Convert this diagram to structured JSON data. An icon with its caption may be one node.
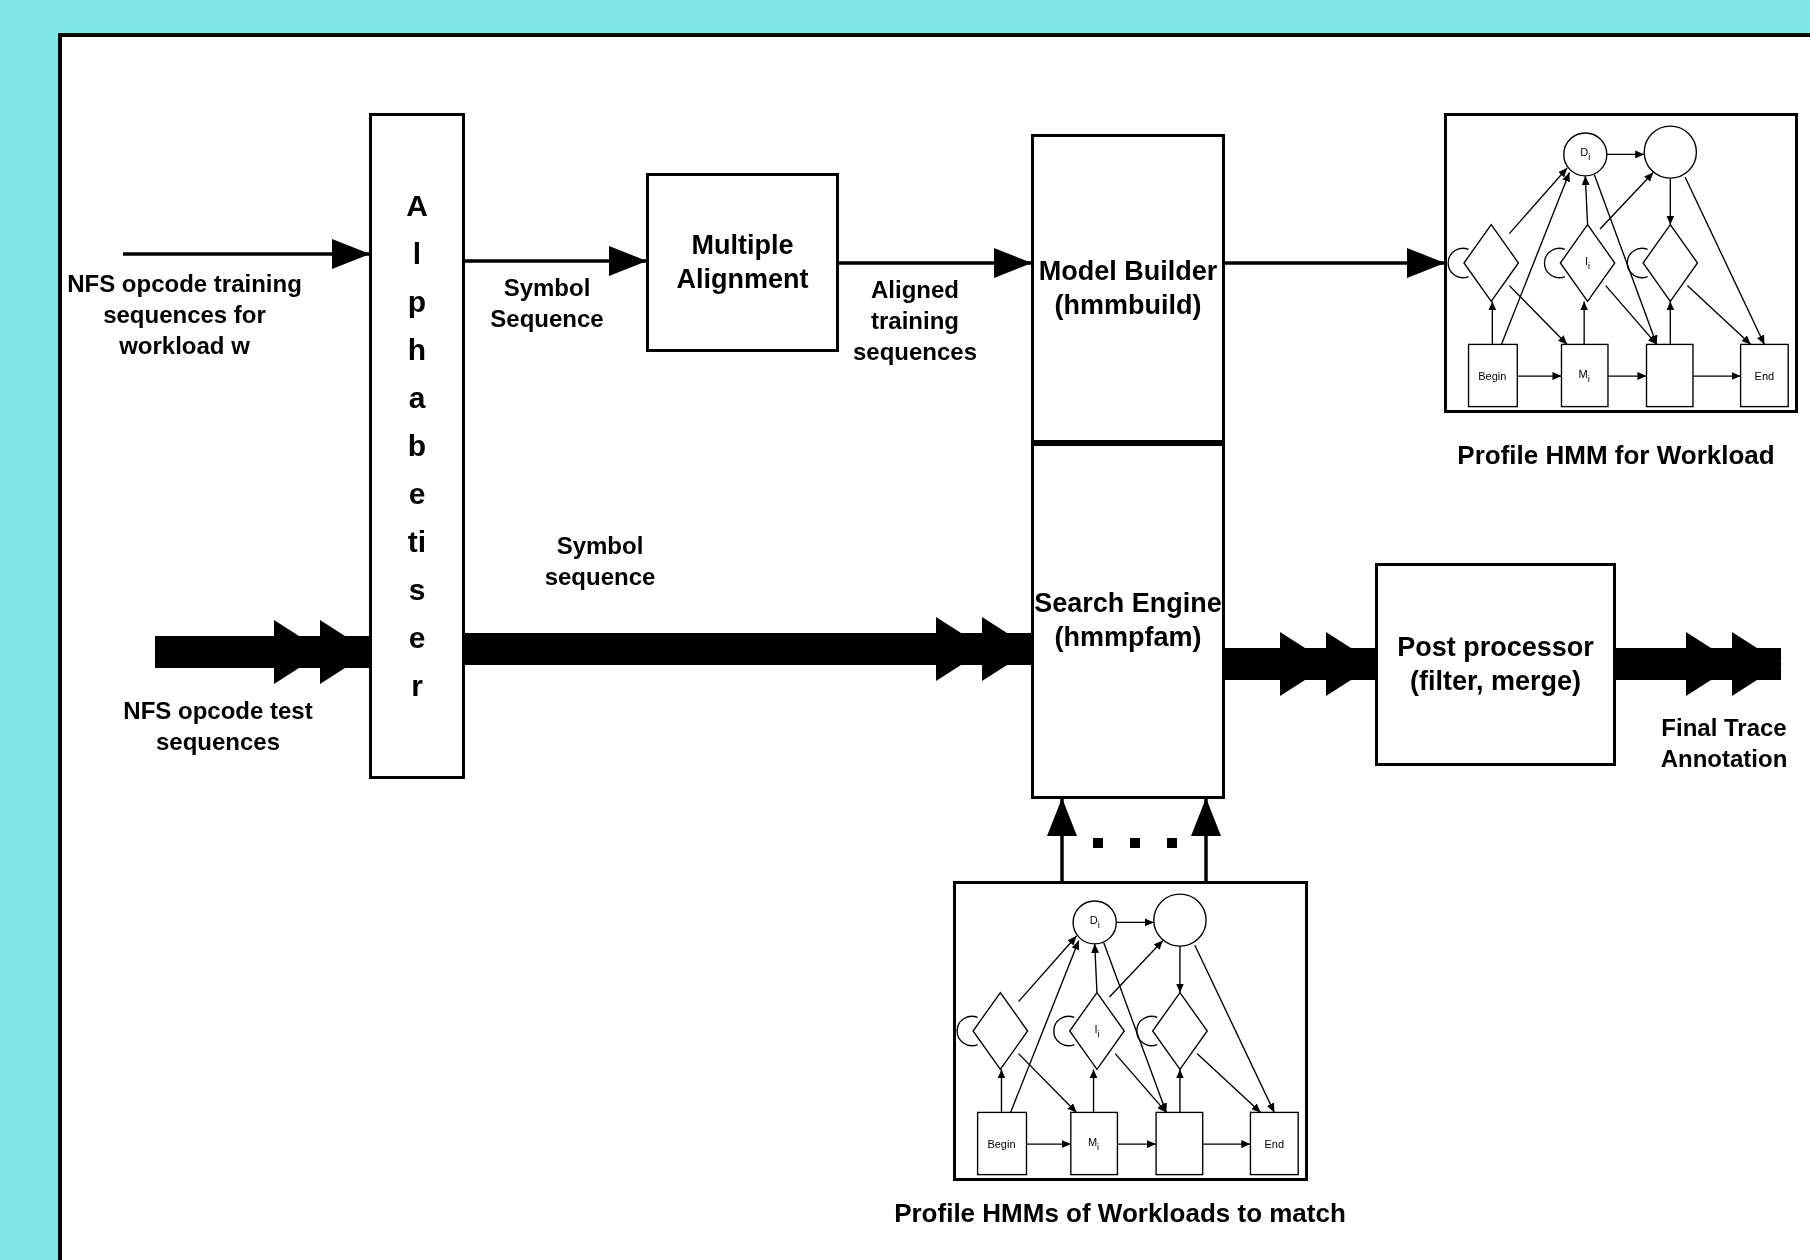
{
  "diagram": {
    "nodes": [
      {
        "text": [
          "Alphabetiser"
        ]
      },
      {
        "text": [
          "Multiple Alignment"
        ]
      },
      {
        "text": [
          "Model Builder (hmmbuild)"
        ]
      },
      {
        "text": [],
        "shape": "picture",
        "beside": [
          "Profile HMM for Workload"
        ]
      },
      {
        "text": [
          "Search Engine (hmmpfam)"
        ]
      },
      {
        "text": [
          "Post processor (filter, merge)"
        ]
      },
      {
        "text": [],
        "shape": "picture",
        "beside": [
          "Profile HMMs of Workloads to match"
        ]
      }
    ],
    "edges": [
      {
        "from": null,
        "to": 0,
        "arrow": "to",
        "label": "NFS opcode training sequences for workload w"
      },
      {
        "from": 0,
        "to": 1,
        "arrow": "to",
        "label": "Symbol Sequence"
      },
      {
        "from": 1,
        "to": 2,
        "arrow": "to",
        "label": "Aligned training sequences"
      },
      {
        "from": 2,
        "to": 3,
        "arrow": "to"
      },
      {
        "from": null,
        "to": 0,
        "arrow": "to",
        "style": "thick",
        "label": "NFS opcode test sequences"
      },
      {
        "from": 0,
        "to": 4,
        "arrow": "to",
        "style": "thick",
        "label": "Symbol sequence"
      },
      {
        "from": 4,
        "to": 5,
        "arrow": "to",
        "style": "thick"
      },
      {
        "from": 5,
        "to": null,
        "arrow": "to",
        "style": "thick",
        "label": "Final Trace Annotation"
      },
      {
        "from": 6,
        "to": 4,
        "arrow": "to"
      },
      {
        "from": 6,
        "to": 4,
        "arrow": "to"
      }
    ],
    "labels": [
      "D$_{i}$",
      "I$_{i}$",
      "Begin",
      "M$_{i}$",
      "End",
      "D$_{i}$",
      "I$_{i}$",
      "Begin",
      "M$_{i}$",
      "End"
    ]
  }
}
